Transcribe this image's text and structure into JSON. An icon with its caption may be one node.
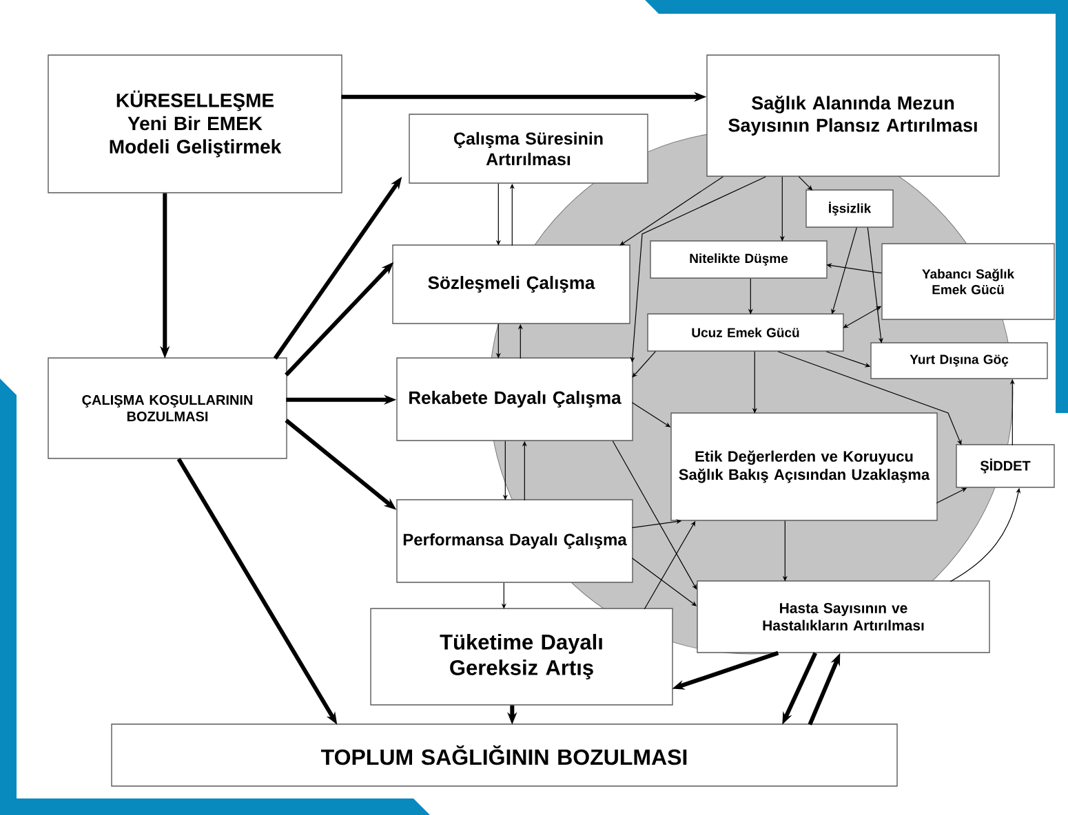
{
  "diagram": {
    "nodes": [
      {
        "text": [
          "KÜRESELLEŞME",
          "Yeni Bir EMEK Modeli Geliştirmek"
        ]
      },
      {
        "text": [
          "Sağlık Alanında Mezun Sayısının Plansız Artırılması"
        ]
      },
      {
        "text": [
          "Çalışma Süresinin Artırılması"
        ]
      },
      {
        "text": [
          "Sözleşmeli Çalışma"
        ]
      },
      {
        "text": [
          "ÇALIŞMA KOŞULLARININ BOZULMASI"
        ]
      },
      {
        "text": [
          "Rekabete Dayalı Çalışma"
        ]
      },
      {
        "text": [
          "Performansa Dayalı Çalışma"
        ]
      },
      {
        "text": [
          "Tüketime Dayalı Gereksiz Artış"
        ]
      },
      {
        "text": [
          "TOPLUM SAĞLIĞININ BOZULMASI"
        ]
      },
      {
        "text": [
          "İşsizlik"
        ]
      },
      {
        "text": [
          "Nitelikte Düşme"
        ]
      },
      {
        "text": [
          "Yabancı Sağlık Emek Gücü"
        ]
      },
      {
        "text": [
          "Ucuz Emek Gücü"
        ]
      },
      {
        "text": [
          "Yurt Dışına Göç"
        ]
      },
      {
        "text": [
          "Etik Değerlerden ve Koruyucu Sağlık Bakış Açısından Uzaklaşma"
        ]
      },
      {
        "text": [
          "ŞİDDET"
        ]
      },
      {
        "text": [
          "Hasta Sayısının ve Hastalıkların Artırılması"
        ]
      }
    ],
    "edges": [
      {
        "from": 0,
        "to": 1,
        "arrow": "to",
        "style": "thick"
      },
      {
        "from": 0,
        "to": 4,
        "arrow": "to",
        "style": "thick"
      },
      {
        "from": 4,
        "to": 2,
        "arrow": "to",
        "style": "thick"
      },
      {
        "from": 4,
        "to": 3,
        "arrow": "to",
        "style": "thick"
      },
      {
        "from": 4,
        "to": 5,
        "arrow": "to",
        "style": "thick"
      },
      {
        "from": 4,
        "to": 6,
        "arrow": "to",
        "style": "thick"
      },
      {
        "from": 4,
        "to": 8,
        "arrow": "to",
        "style": "thick"
      },
      {
        "from": 2,
        "to": 3,
        "arrow": "to"
      },
      {
        "from": 3,
        "to": 2,
        "arrow": "to"
      },
      {
        "from": 3,
        "to": 5,
        "arrow": "to"
      },
      {
        "from": 5,
        "to": 3,
        "arrow": "to"
      },
      {
        "from": 5,
        "to": 6,
        "arrow": "to"
      },
      {
        "from": 6,
        "to": 5,
        "arrow": "to"
      },
      {
        "from": 6,
        "to": 7,
        "arrow": "to"
      },
      {
        "from": 7,
        "to": 8,
        "arrow": "to",
        "style": "thick"
      },
      {
        "from": 16,
        "to": 7,
        "arrow": "to",
        "style": "thick"
      },
      {
        "from": 16,
        "to": 8,
        "arrow": "to",
        "style": "thick"
      },
      {
        "from": 8,
        "to": 16,
        "arrow": "to",
        "style": "thick"
      },
      {
        "from": 1,
        "to": 3,
        "arrow": "to"
      },
      {
        "from": 1,
        "to": 9,
        "arrow": "to"
      },
      {
        "from": 1,
        "to": 10,
        "arrow": "to"
      },
      {
        "from": 1,
        "to": 5,
        "arrow": "to"
      },
      {
        "from": 12,
        "to": 5,
        "arrow": "to"
      },
      {
        "from": 9,
        "to": 12,
        "arrow": "to"
      },
      {
        "from": 9,
        "to": 13,
        "arrow": "to"
      },
      {
        "from": 11,
        "to": 10,
        "arrow": "to"
      },
      {
        "from": 12,
        "to": 11,
        "arrow": "both"
      },
      {
        "from": 10,
        "to": 12,
        "arrow": "to"
      },
      {
        "from": 12,
        "to": 13,
        "arrow": "to"
      },
      {
        "from": 12,
        "to": 14,
        "arrow": "to"
      },
      {
        "from": 12,
        "to": 15,
        "arrow": "to"
      },
      {
        "from": 5,
        "to": 14,
        "arrow": "to"
      },
      {
        "from": 5,
        "to": 16,
        "arrow": "to"
      },
      {
        "from": 6,
        "to": 14,
        "arrow": "to"
      },
      {
        "from": 6,
        "to": 16,
        "arrow": "to"
      },
      {
        "from": 7,
        "to": 14,
        "arrow": "to"
      },
      {
        "from": 14,
        "to": 15,
        "arrow": "to"
      },
      {
        "from": 14,
        "to": 16,
        "arrow": "to"
      },
      {
        "from": 16,
        "to": 15,
        "arrow": "to"
      },
      {
        "from": 15,
        "to": 13,
        "arrow": "to"
      }
    ]
  }
}
